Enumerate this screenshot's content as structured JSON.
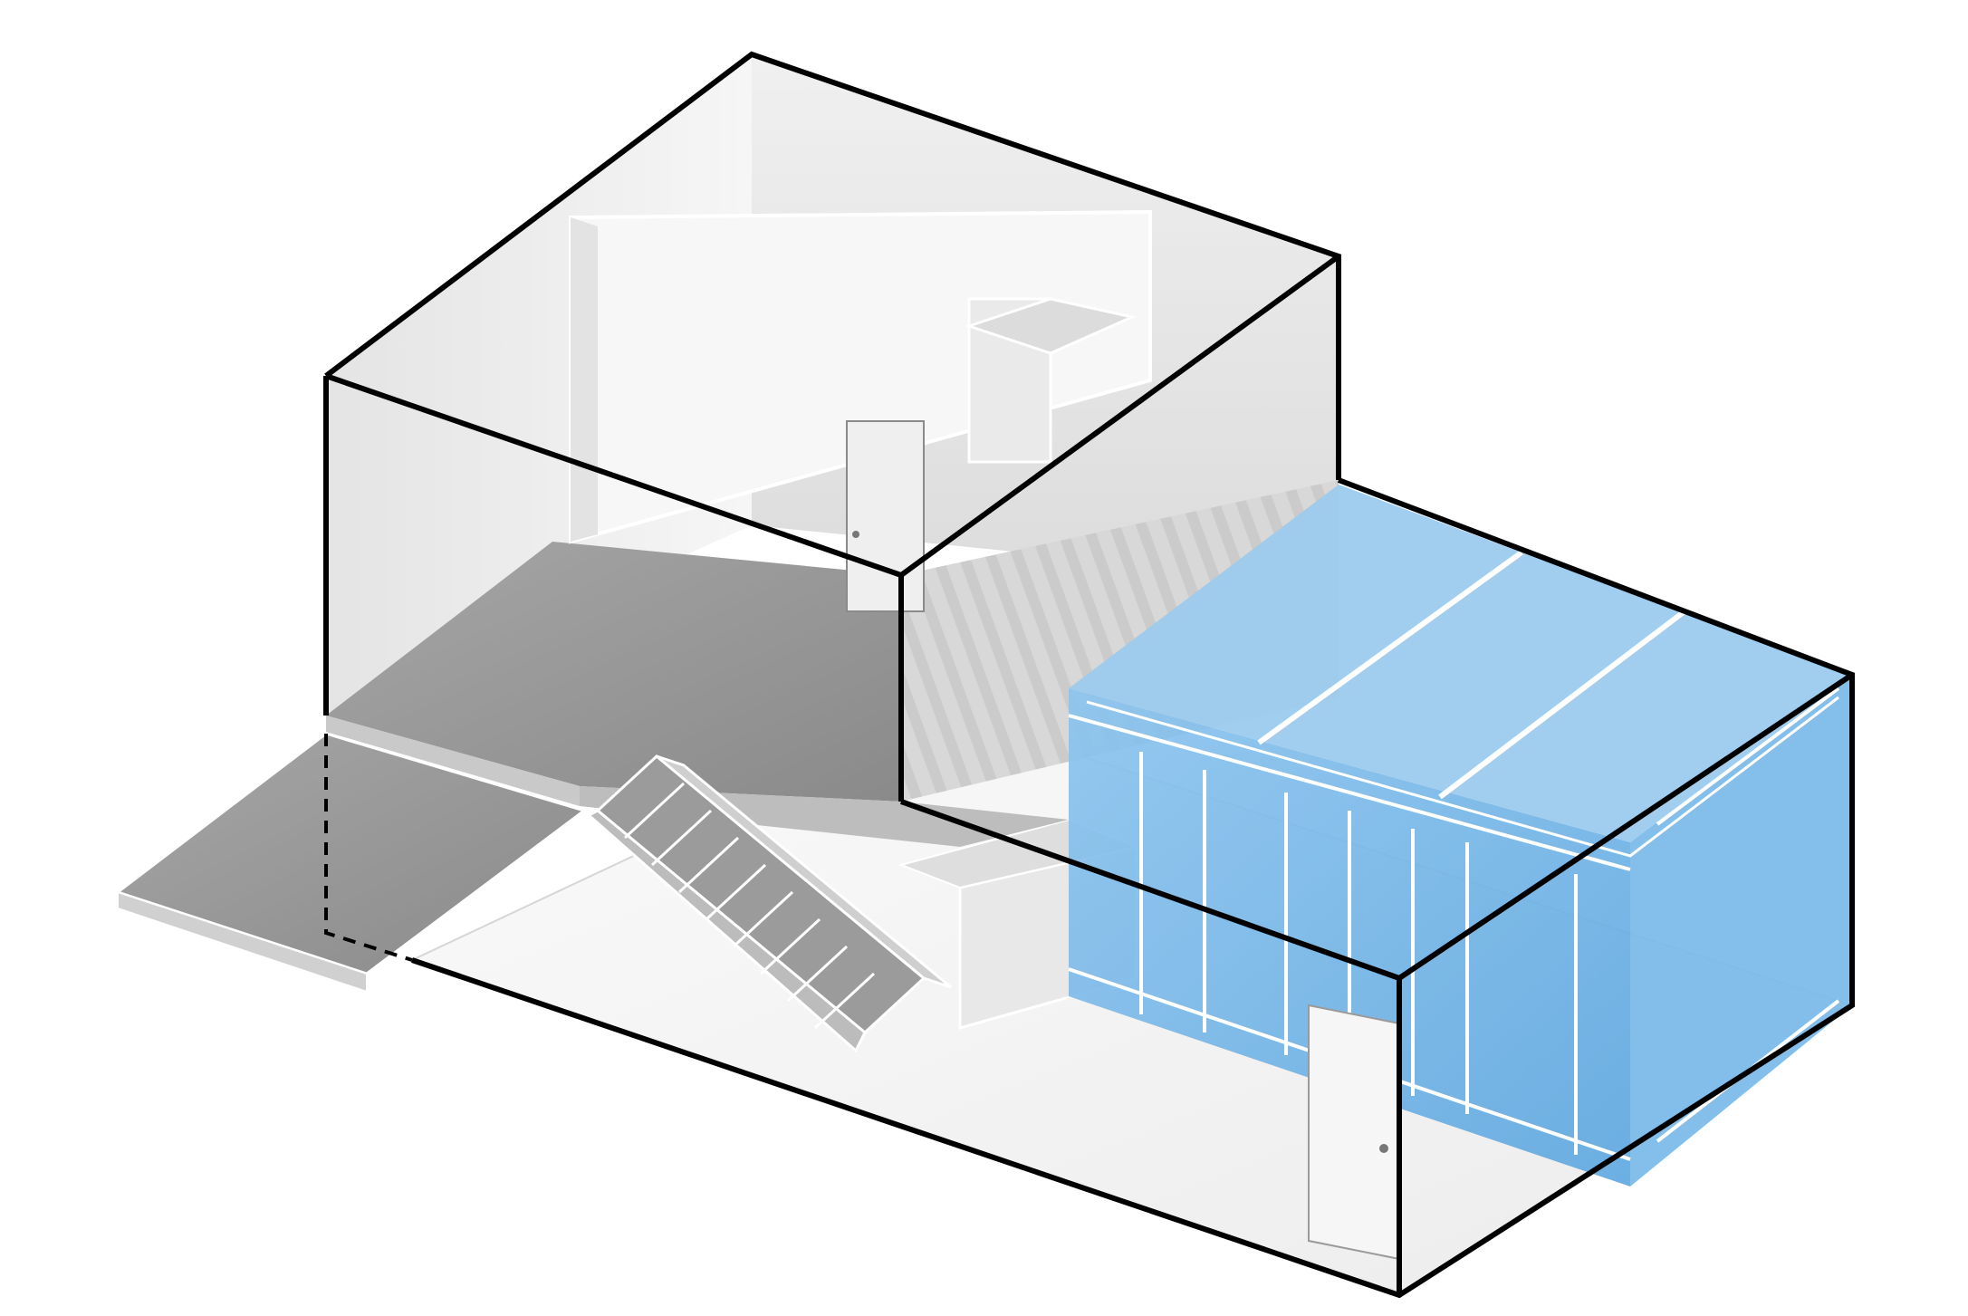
{
  "diagram": {
    "kind": "isometric-architectural-axonometric",
    "has_text": false,
    "colors": {
      "background": "#ffffff",
      "outline": "#000000",
      "wall_light": "#f2f2f2",
      "wall_mid": "#e2e2e2",
      "wall_shade": "#cfcfcf",
      "floor": "#9c9c9c",
      "floor_dark": "#8e8e8e",
      "ground": "#f4f4f4",
      "glass_blue": "#6fb3e6",
      "glass_blue_light": "#9fcdef",
      "glass_edge": "#ffffff"
    },
    "components": [
      "upper-volume",
      "inner-room",
      "mezzanine-floor",
      "cantilever-slab",
      "staircase",
      "lower-volume",
      "blue-glass-pavilion",
      "entry-door",
      "inner-door"
    ]
  }
}
